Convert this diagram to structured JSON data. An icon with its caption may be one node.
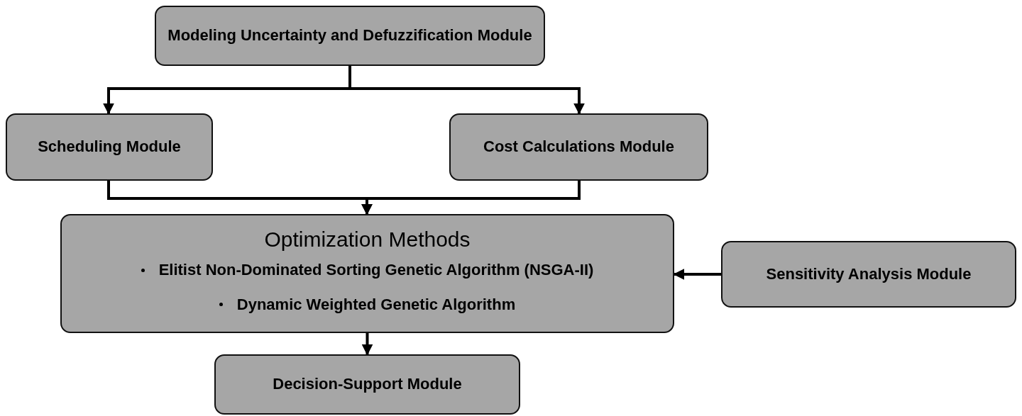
{
  "diagram": {
    "nodes": [
      {
        "text": [
          "Modeling Uncertainty and Defuzzification Module"
        ]
      },
      {
        "text": [
          "Scheduling Module"
        ]
      },
      {
        "text": [
          "Cost Calculations Module"
        ]
      },
      {
        "text": [
          "Optimization Methods",
          "Elitist Non-Dominated Sorting Genetic Algorithm (NSGA-II)",
          "Dynamic Weighted Genetic Algorithm"
        ]
      },
      {
        "text": [
          "Sensitivity Analysis Module"
        ]
      },
      {
        "text": [
          "Decision-Support Module"
        ]
      }
    ],
    "edges": [
      {
        "from": 0,
        "to": 1,
        "arrow": "to"
      },
      {
        "from": 0,
        "to": 2,
        "arrow": "to"
      },
      {
        "from": 1,
        "to": 3,
        "arrow": "to"
      },
      {
        "from": 2,
        "to": 3,
        "arrow": "to"
      },
      {
        "from": 4,
        "to": 3,
        "arrow": "to"
      },
      {
        "from": 3,
        "to": 5,
        "arrow": "to"
      }
    ]
  }
}
